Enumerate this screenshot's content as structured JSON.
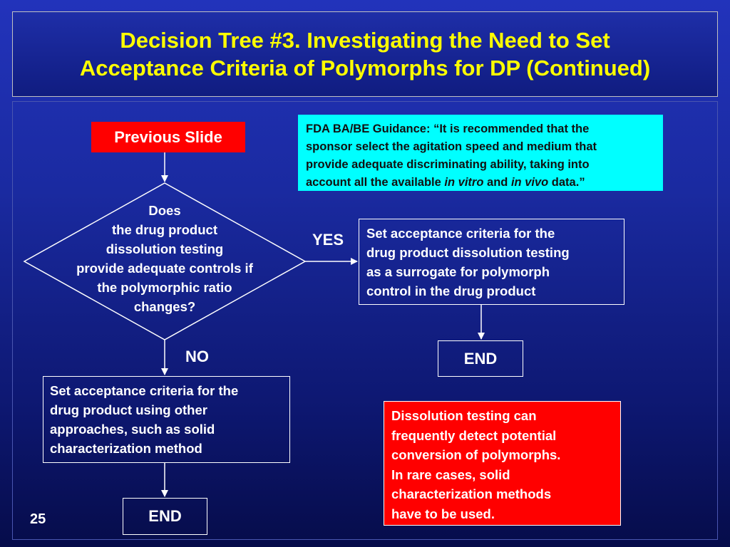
{
  "title": {
    "line1": "Decision Tree #3. Investigating the Need to Set",
    "line2": "Acceptance Criteria of Polymorphs for DP (Continued)"
  },
  "previous_slide_label": "Previous Slide",
  "fda_note": {
    "line1": "FDA BA/BE Guidance: “It is recommended that the",
    "line2": "sponsor select the agitation speed and medium that",
    "line3": "provide adequate  discriminating ability, taking into",
    "line4_prefix": "account all the available ",
    "line4_italic1": "in vitro",
    "line4_mid": " and ",
    "line4_italic2": "in vivo",
    "line4_suffix": " data.”"
  },
  "decision": {
    "lines": [
      "Does",
      "the drug product",
      "dissolution testing",
      "provide adequate controls if",
      "the polymorphic ratio",
      "changes?"
    ]
  },
  "yes_label": "YES",
  "no_label": "NO",
  "yes_outcome": {
    "lines": [
      "Set acceptance criteria for the",
      "drug product dissolution testing",
      "as a surrogate for polymorph",
      "control in the drug product"
    ]
  },
  "no_outcome": {
    "lines": [
      "Set acceptance criteria for the",
      "drug product using other",
      "approaches, such as solid",
      "characterization method"
    ]
  },
  "end_label": "END",
  "end_label_bottom": "END",
  "red_note": {
    "lines": [
      "Dissolution testing can",
      "frequently detect potential",
      "conversion of polymorphs.",
      "In rare cases, solid",
      "characterization methods",
      "have to be used."
    ]
  },
  "slide_number": "25",
  "colors": {
    "background": "#1a2aa0",
    "title_text": "#ffff00",
    "callout_cyan": "#00ffff",
    "callout_red": "#ff0000",
    "lines": "#ffffff"
  }
}
